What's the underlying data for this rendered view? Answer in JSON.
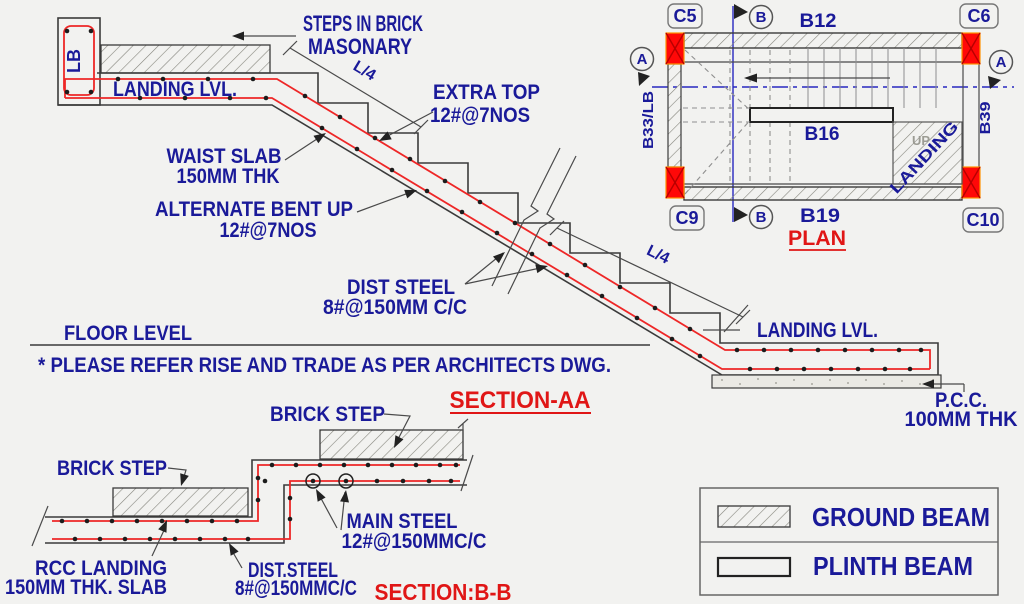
{
  "drawing_title": "Staircase reinforcement detail drawing",
  "colors": {
    "background": "#f2f2f0",
    "label_blue": "#1a1a99",
    "accent_red": "#e01616",
    "rebar_red": "#ee2727",
    "column_red": "#ff0808",
    "line_dark": "#3b3b3b",
    "hatch_gray": "#85857d",
    "centerline_blue": "#2828c0"
  },
  "section_aa": {
    "labels": {
      "lb": "LB",
      "landing_left": "LANDING LVL.",
      "steps_line1": "STEPS IN BRICK",
      "steps_line2": "MASONARY",
      "l4_upper": "L/4",
      "extra_line1": "EXTRA TOP",
      "extra_line2": "12#@7NOS",
      "waist_line1": "WAIST SLAB",
      "waist_line2": "150MM THK",
      "bent_line1": "ALTERNATE BENT UP",
      "bent_line2": "12#@7NOS",
      "dist_line1": "DIST STEEL",
      "dist_line2": "8#@150MM C/C",
      "l4_lower": "L/4",
      "floor_level": "FLOOR LEVEL",
      "note": "* PLEASE REFER RISE AND TRADE AS PER ARCHITECTS DWG.",
      "landing_right": "LANDING LVL.",
      "pcc_line1": "P.C.C.",
      "pcc_line2": "100MM THK",
      "title": "SECTION-AA"
    }
  },
  "plan": {
    "labels": {
      "c5": "C5",
      "c6": "C6",
      "c9": "C9",
      "c10": "C10",
      "b12": "B12",
      "b19": "B19",
      "b16": "B16",
      "b33": "B33/LB",
      "b39": "B39",
      "landing": "LANDING",
      "up": "UP",
      "marker_a": "A",
      "marker_b": "B",
      "title": "PLAN"
    }
  },
  "section_bb": {
    "labels": {
      "brick_upper": "BRICK STEP",
      "brick_lower": "BRICK STEP",
      "main_line1": "MAIN STEEL",
      "main_line2": "12#@150MMC/C",
      "rcc_line1": "RCC LANDING",
      "rcc_line2": "150MM THK. SLAB",
      "dist_line1": "DIST.STEEL",
      "dist_line2": "8#@150MMC/C",
      "title": "SECTION:B-B"
    }
  },
  "legend": {
    "rows": [
      {
        "swatch": "hatched",
        "label": "GROUND BEAM"
      },
      {
        "swatch": "outline",
        "label": "PLINTH BEAM"
      }
    ]
  }
}
